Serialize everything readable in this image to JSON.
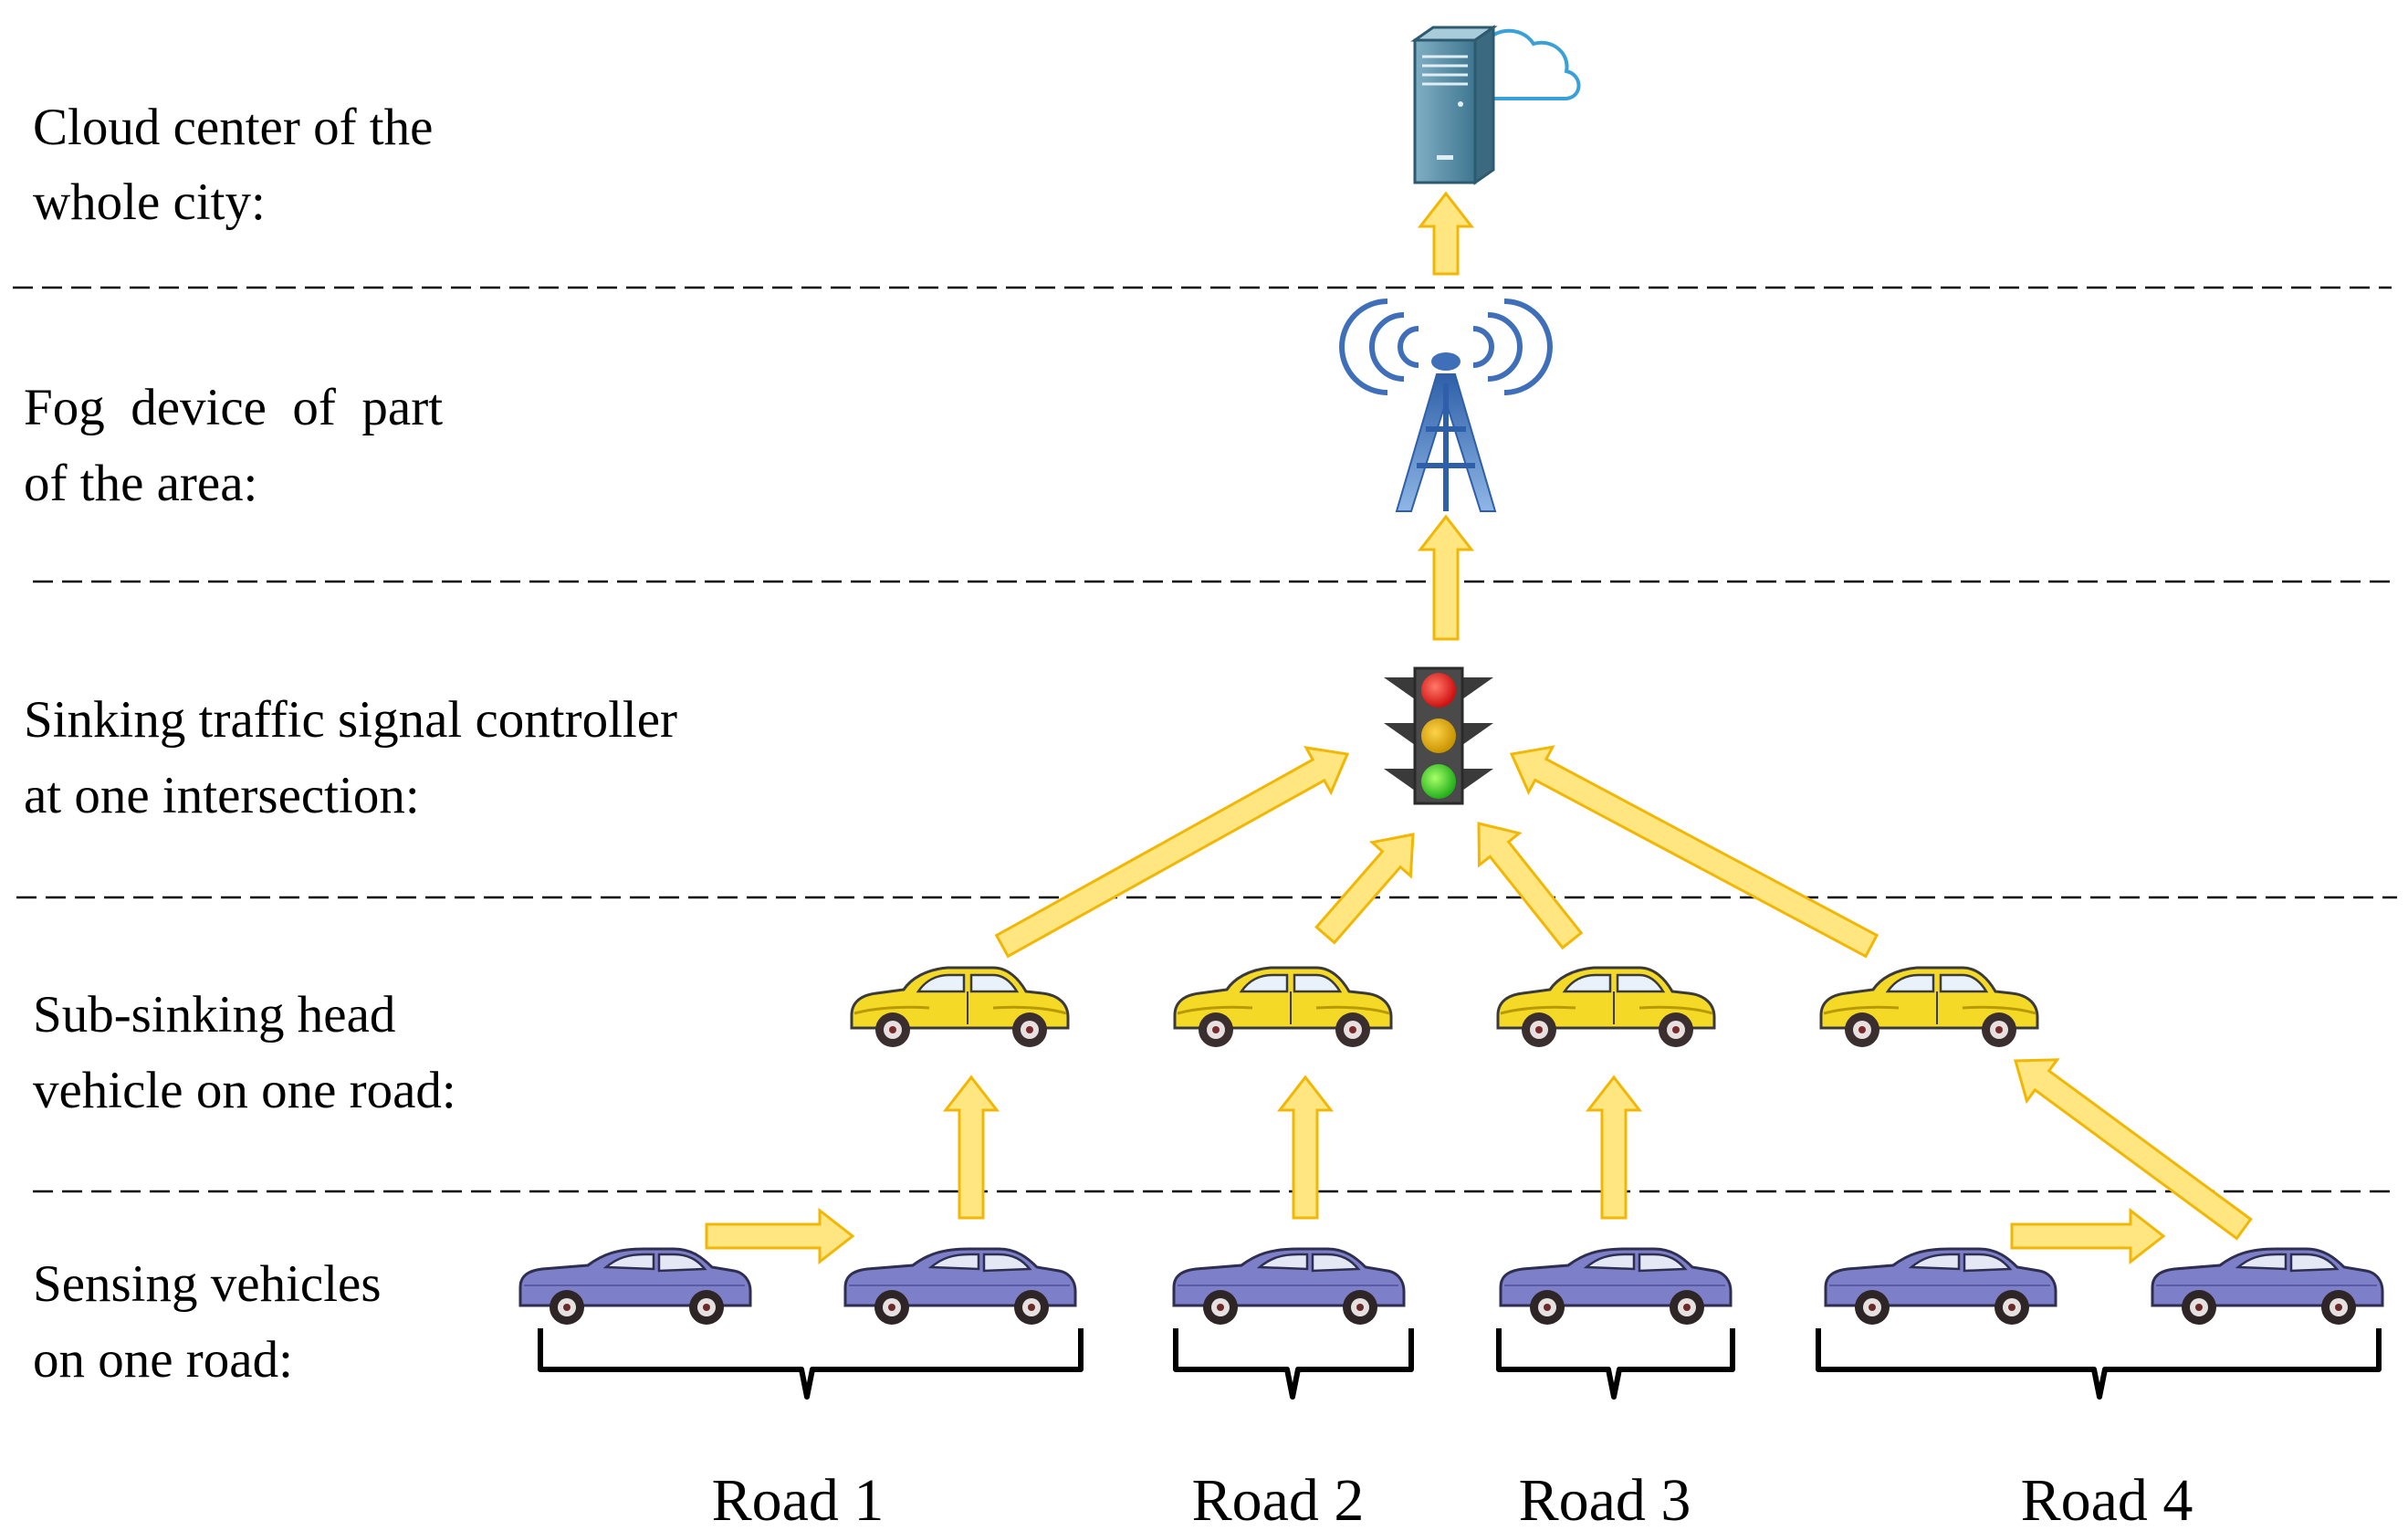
{
  "tiers": [
    {
      "line1": "Cloud center of the",
      "line2": "whole city:"
    },
    {
      "line1": "Fog  device  of  part",
      "line2": "of the area:"
    },
    {
      "line1": "Sinking traffic signal controller",
      "line2": "at one intersection:"
    },
    {
      "line1": "Sub-sinking head",
      "line2": "vehicle on one road:"
    },
    {
      "line1": "Sensing vehicles",
      "line2": "on one road:"
    }
  ],
  "roads": [
    {
      "label": "Road 1"
    },
    {
      "label": "Road 2"
    },
    {
      "label": "Road 3"
    },
    {
      "label": "Road 4"
    }
  ],
  "icons": {
    "cloud_server": "server-cloud-icon",
    "fog_device": "radio-tower-icon",
    "controller": "traffic-light-icon",
    "head_vehicle": "yellow-car-icon",
    "sensing_vehicle": "purple-car-icon"
  },
  "colors": {
    "arrow_fill": "#FFE680",
    "arrow_stroke": "#F2B705",
    "head_car": "#F4DA26",
    "sensing_car": "#7E7FC9",
    "server": "#5F8FA6",
    "tower": "#3E6FB8",
    "light_red": "#E01818",
    "light_yellow": "#D9A400",
    "light_green": "#33CC22"
  }
}
